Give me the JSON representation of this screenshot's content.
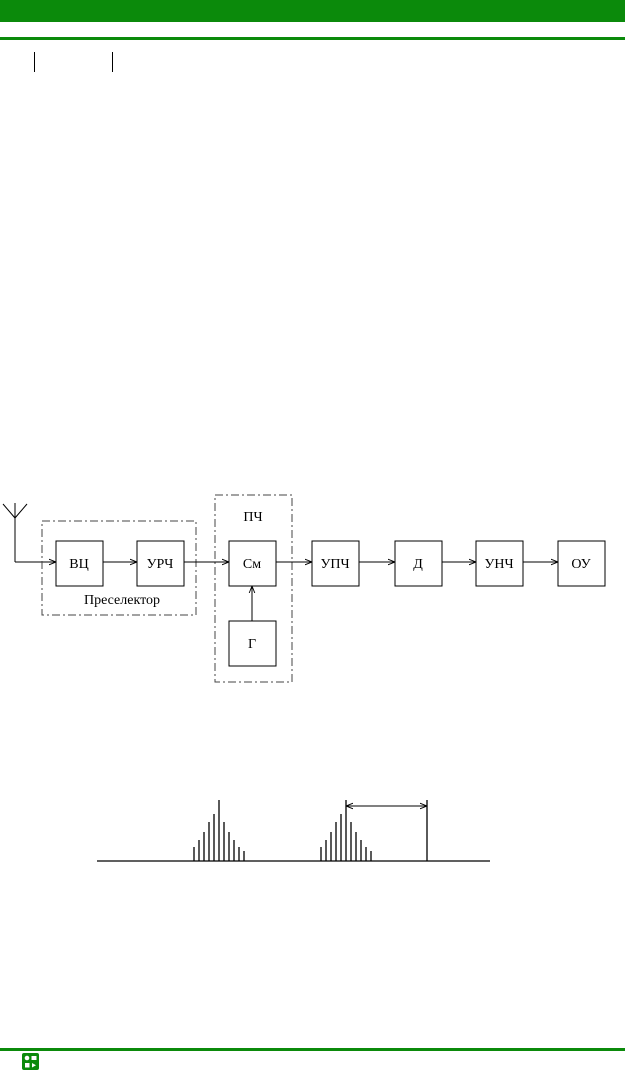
{
  "colors": {
    "accent": "#0b8a0b",
    "line": "#000000",
    "group_border": "#444444"
  },
  "diagram": {
    "group_preselector": {
      "label": "Преселектор"
    },
    "group_converter": {
      "label": "ПЧ"
    },
    "blocks": {
      "vc": "ВЦ",
      "urch": "УРЧ",
      "sm": "См",
      "g": "Г",
      "upch": "УПЧ",
      "d": "Д",
      "unch": "УНЧ",
      "ou": "ОУ"
    }
  },
  "footer": {
    "logo_icon": "publisher-logo-icon"
  }
}
